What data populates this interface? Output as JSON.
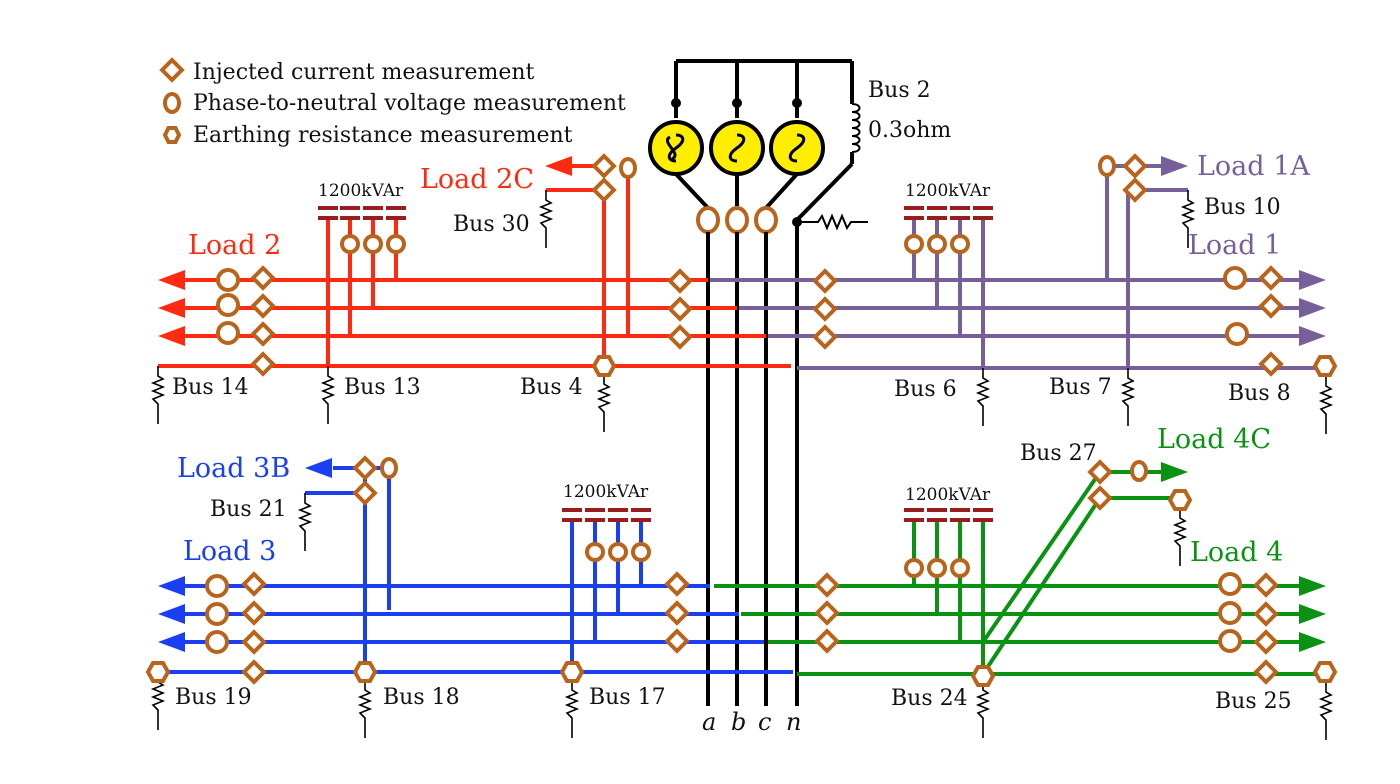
{
  "legend": {
    "injected": "Injected current measurement",
    "voltage": "Phase-to-neutral voltage measurement",
    "earthing": "Earthing resistance measurement"
  },
  "source": {
    "bus_label": "Bus 2",
    "impedance": "0.3ohm"
  },
  "capacitor_label": "1200kVAr",
  "phases": [
    "a",
    "b",
    "c",
    "n"
  ],
  "loads": {
    "load_1a": "Load 1A",
    "load_1": "Load 1",
    "load_2": "Load 2",
    "load_2c": "Load 2C",
    "load_3": "Load 3",
    "load_3b": "Load 3B",
    "load_4": "Load 4",
    "load_4c": "Load 4C"
  },
  "buses": {
    "bus_4": "Bus 4",
    "bus_6": "Bus 6",
    "bus_7": "Bus 7",
    "bus_8": "Bus 8",
    "bus_10": "Bus 10",
    "bus_13": "Bus 13",
    "bus_14": "Bus 14",
    "bus_17": "Bus 17",
    "bus_18": "Bus 18",
    "bus_19": "Bus 19",
    "bus_21": "Bus 21",
    "bus_24": "Bus 24",
    "bus_25": "Bus 25",
    "bus_27": "Bus 27",
    "bus_30": "Bus 30"
  },
  "colors": {
    "red_feeder": "#ff2a10",
    "purple_feeder": "#77609a",
    "blue_feeder": "#1a3ff0",
    "green_feeder": "#0a9212",
    "meter": "#b8641c",
    "capacitor": "#9a1c1c",
    "generator_fill": "#ffee00"
  }
}
